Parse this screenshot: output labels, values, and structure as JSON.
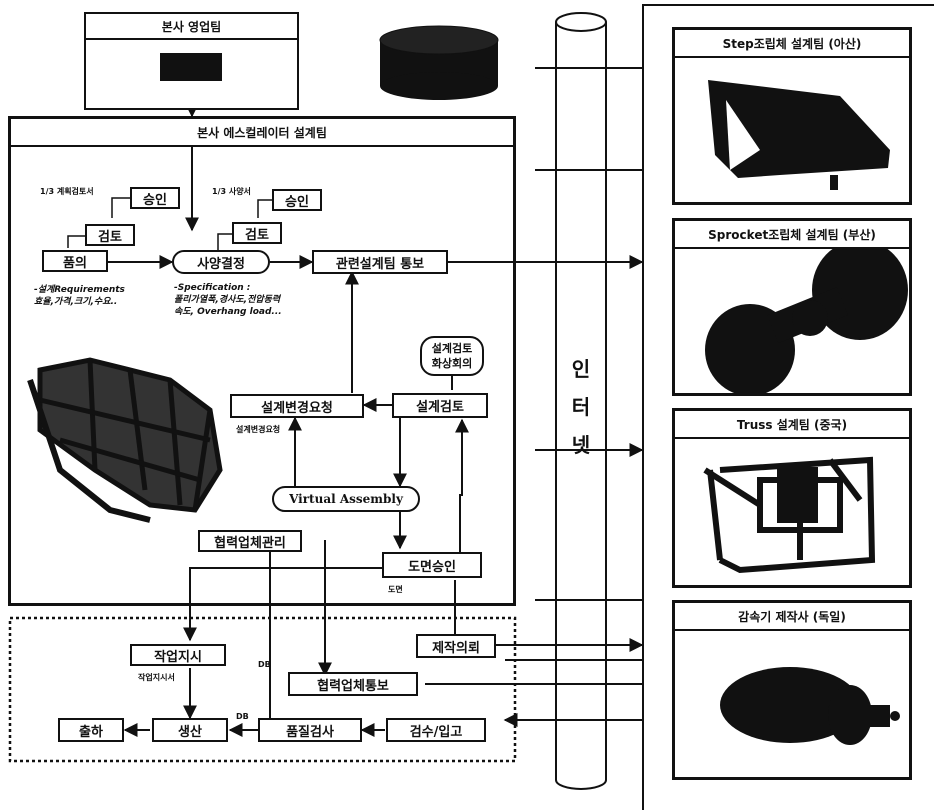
{
  "hq_sales": {
    "title": "본사 영업팀"
  },
  "hq_design": {
    "title": "본사 에스컬레이터 설계팀"
  },
  "internet": {
    "label_chars": [
      "인",
      "터",
      "넷"
    ]
  },
  "left_flow": {
    "approve_1": "승인",
    "review_1": "검토",
    "consult": "품의",
    "doc_label_1": "1/3 계획검토서",
    "spec_decide": "사양결정",
    "approve_2": "승인",
    "review_2": "검토",
    "doc_label_2": "1/3 사양서",
    "notify": "관련설계팀 통보",
    "note_requirements": "-설계Requirements\n효율,가격,크기,수요..",
    "note_spec": "-Specification :\n폴리가열폭,경사도,전압동력\n속도, Overhang load...",
    "remote_meeting": "설계검토\n화상회의",
    "design_change": "설계변경요청",
    "design_review": "설계검토",
    "design_change_note": "설계변경요청",
    "virtual_assembly": "Virtual Assembly",
    "partner_mgmt": "협력업체관리",
    "drawing_approval": "도면승인",
    "drawing_note": "도면",
    "work_order": "작업지시",
    "work_order_note": "작업지시서",
    "production_request": "제작의뢰",
    "partner_notify": "협력업체통보",
    "shipping": "출하",
    "production": "생산",
    "quality_check": "품질검사",
    "receiving": "검수/입고",
    "qc_note_1": "DB",
    "qc_note_2": "DB"
  },
  "right_panels": [
    {
      "title": "Step조립체 설계팀 (아산)"
    },
    {
      "title": "Sprocket조립체 설계팀 (부산)"
    },
    {
      "title": "Truss 설계팀 (중국)"
    },
    {
      "title": "감속기 제작사 (독일)"
    }
  ]
}
